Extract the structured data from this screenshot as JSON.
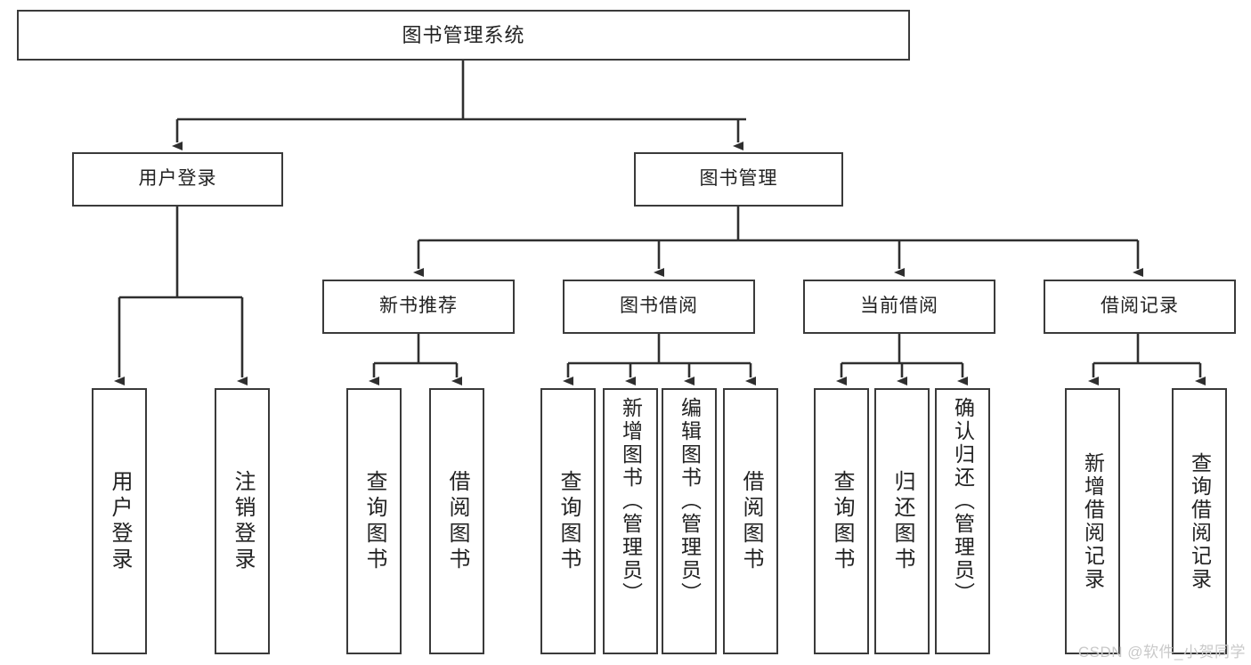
{
  "diagram": {
    "title": "图书管理系统",
    "type": "hierarchy-tree",
    "root": {
      "label": "图书管理系统"
    },
    "level2": [
      {
        "label": "用户登录"
      },
      {
        "label": "图书管理"
      }
    ],
    "level3": [
      {
        "label": "新书推荐"
      },
      {
        "label": "图书借阅"
      },
      {
        "label": "当前借阅"
      },
      {
        "label": "借阅记录"
      }
    ],
    "leaves": {
      "user_login": [
        {
          "label": "用户登录"
        },
        {
          "label": "注销登录"
        }
      ],
      "new_book_recommend": [
        {
          "label": "查询图书"
        },
        {
          "label": "借阅图书"
        }
      ],
      "book_borrow": [
        {
          "label": "查询图书"
        },
        {
          "label": "新增图书（管理员）"
        },
        {
          "label": "编辑图书（管理员）"
        },
        {
          "label": "借阅图书"
        }
      ],
      "current_borrow": [
        {
          "label": "查询图书"
        },
        {
          "label": "归还图书"
        },
        {
          "label": "确认归还（管理员）"
        }
      ],
      "borrow_record": [
        {
          "label": "新增借阅记录"
        },
        {
          "label": "查询借阅记录"
        }
      ]
    }
  },
  "watermark": {
    "text": "CSDN @软件_小贺同学"
  },
  "colors": {
    "stroke": "#3a3a3a",
    "text": "#222222",
    "background": "#ffffff",
    "watermark": "#c9c9c9"
  }
}
